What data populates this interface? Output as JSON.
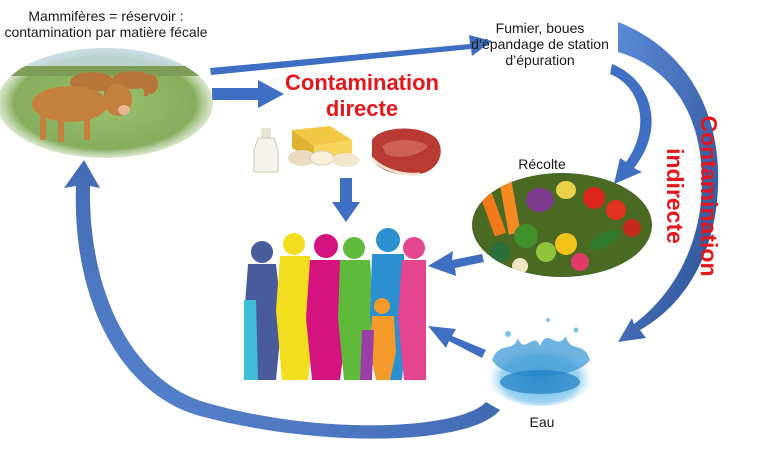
{
  "nodes": {
    "reservoir": {
      "label": "Mammifères = réservoir : contamination par matière fécale",
      "icon": "cattle-herd"
    },
    "sludge": {
      "label": "Fumier, boues d’épandage de station d’épuration"
    },
    "food": {
      "icons": [
        "milk-bottle-icon",
        "cheese-icon",
        "meat-steak-icon"
      ]
    },
    "harvest": {
      "label": "Récolte",
      "icon": "vegetables-icon"
    },
    "people": {
      "icon": "people-silhouettes-icon"
    },
    "water": {
      "label": "Eau",
      "icon": "water-splash-icon"
    }
  },
  "pathways": {
    "direct": {
      "label": "Contamination directe"
    },
    "indirect": {
      "label": "Contamination indirecte"
    }
  },
  "colors": {
    "arrow": "#3e6fc2",
    "arrow_dark": "#2b4f93",
    "label_red": "#e3171c",
    "text": "#1a1a1a"
  }
}
